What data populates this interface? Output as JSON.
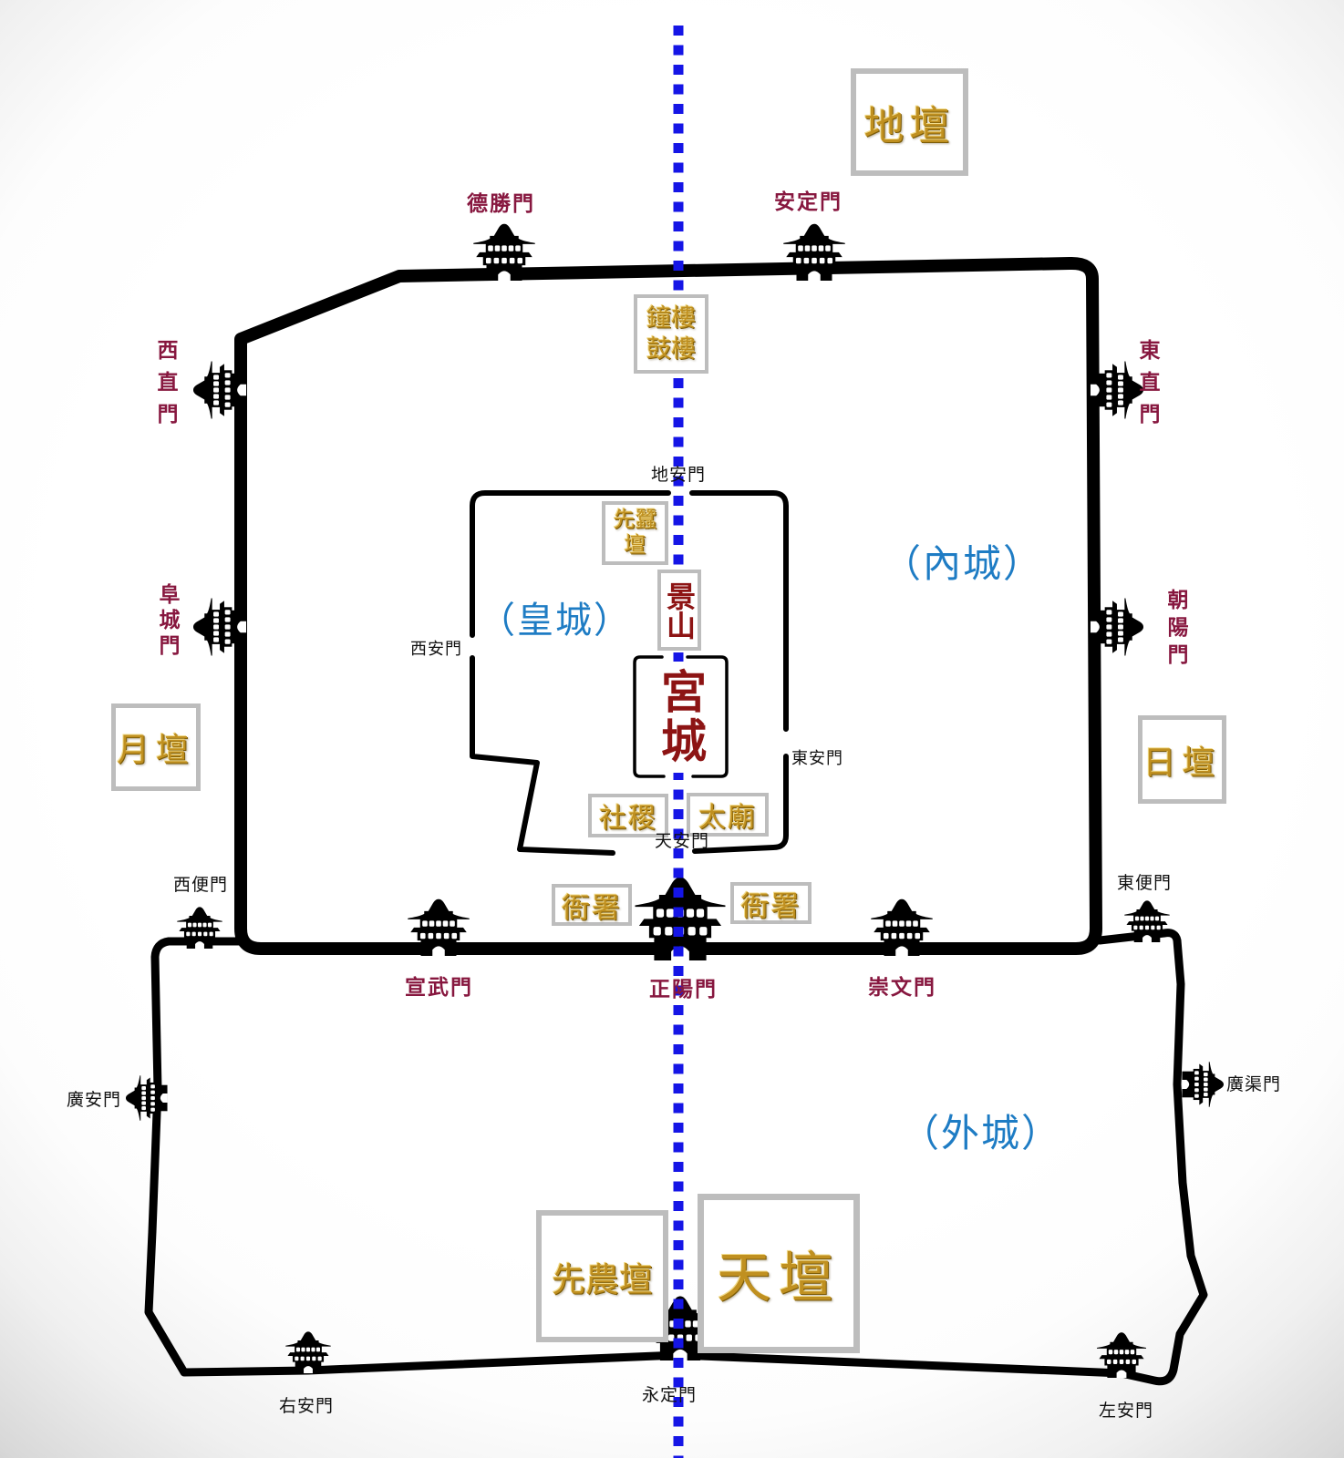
{
  "map_title_implicit": "Ming-Qing Beijing city plan",
  "colors": {
    "axis_blue": "#1515e6",
    "region_label_blue": "#1e7cc4",
    "gate_label_maroon": "#87173f",
    "royal_red": "#8d1414",
    "altar_gold": "#c09020",
    "wall_black": "#000000",
    "box_border_gray": "#bdbdbd"
  },
  "regions": {
    "imperial_city": "（皇城）",
    "inner_city": "（內城）",
    "outer_city": "（外城）"
  },
  "sites": {
    "palace_city": "宮城",
    "jingshan": "景山",
    "bell_tower": "鐘樓",
    "drum_tower": "鼓樓",
    "silkworm_altar_line1": "先蠶",
    "silkworm_altar_line2": "壇",
    "sheji_altar": "社稷",
    "taimiao": "太廟",
    "yamen_west": "衙署",
    "yamen_east": "衙署",
    "earth_altar": "地壇",
    "moon_altar": "月壇",
    "sun_altar": "日壇",
    "heaven_altar": "天壇",
    "agriculture_altar": "先農壇"
  },
  "gates": {
    "deshengmen": "德勝門",
    "andingmen": "安定門",
    "xizhimen": "西直門",
    "dongzhimen": "東直門",
    "fuchengmen": "阜城門",
    "chaoyangmen": "朝陽門",
    "xuanwumen": "宣武門",
    "zhengyangmen": "正陽門",
    "chongwenmen": "崇文門",
    "dianmen": "地安門",
    "xianmen": "西安門",
    "donganmen": "東安門",
    "tiananmen": "天安門",
    "xibianmen": "西便門",
    "dongbianmen": "東便門",
    "guanganmen": "廣安門",
    "guangqumen": "廣渠門",
    "youanmen": "右安門",
    "yongdingmen": "永定門",
    "zuoanmen": "左安門"
  }
}
